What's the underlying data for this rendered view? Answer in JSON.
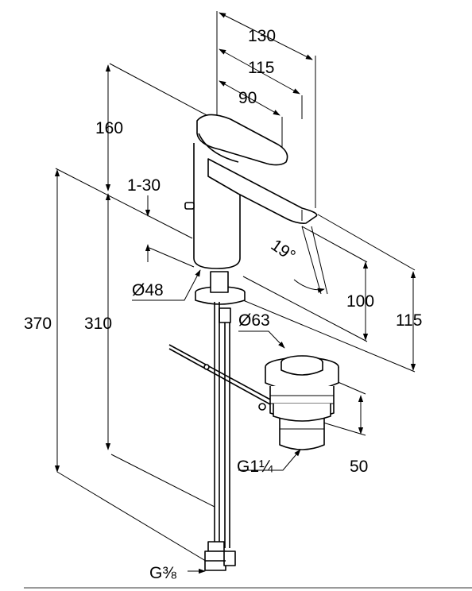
{
  "drawing": {
    "dimensions": {
      "d130": "130",
      "d115_top": "115",
      "d90": "90",
      "d160": "160",
      "d1_30": "1-30",
      "d370": "370",
      "d310": "310",
      "dia48": "Ø48",
      "dia63": "Ø63",
      "angle19": "19°",
      "d100": "100",
      "d115_right": "115",
      "d50": "50",
      "g1_1_4": "G1¼",
      "g3_8": "G⅜"
    },
    "colors": {
      "line": "#000000",
      "rule": "#9a9a9a",
      "background": "#ffffff"
    }
  }
}
